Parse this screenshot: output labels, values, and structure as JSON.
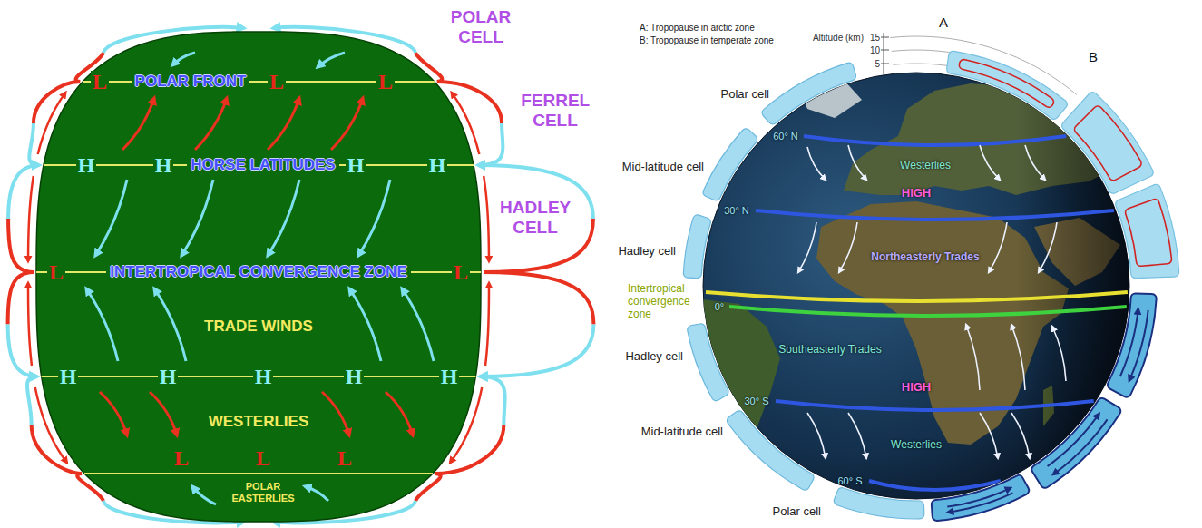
{
  "diagram": {
    "nodes": [
      {
        "text": [
          "L",
          "POLAR FRONT",
          "L",
          "L",
          "H",
          "H",
          "HORSE LATITUDES",
          "H",
          "H",
          "L",
          "INTERTROPICAL CONVERGENCE ZONE",
          "L",
          "TRADE WINDS",
          "H",
          "H",
          "H",
          "H",
          "H",
          "WESTERLIES",
          "L",
          "L",
          "L",
          "POLAR EASTERLIES"
        ]
      },
      {
        "text": [
          "60° N",
          "Westerlies",
          "30° N",
          "HIGH",
          "Northeasterly Trades",
          "0°",
          "Southeasterly Trades",
          "30° S",
          "HIGH",
          "Westerlies",
          "60° S"
        ]
      }
    ],
    "labels": [
      "POLAR CELL",
      "FERREL CELL",
      "HADLEY CELL",
      "A: Tropopause in arctic zone",
      "B: Tropopause in temperate zone",
      "Altitude (km)",
      "15",
      "10",
      "5",
      "A",
      "B",
      "Polar cell",
      "Mid-latitude cell",
      "Hadley cell",
      "Intertropical convergence zone",
      "Hadley cell",
      "Mid-latitude cell",
      "Polar cell"
    ]
  }
}
